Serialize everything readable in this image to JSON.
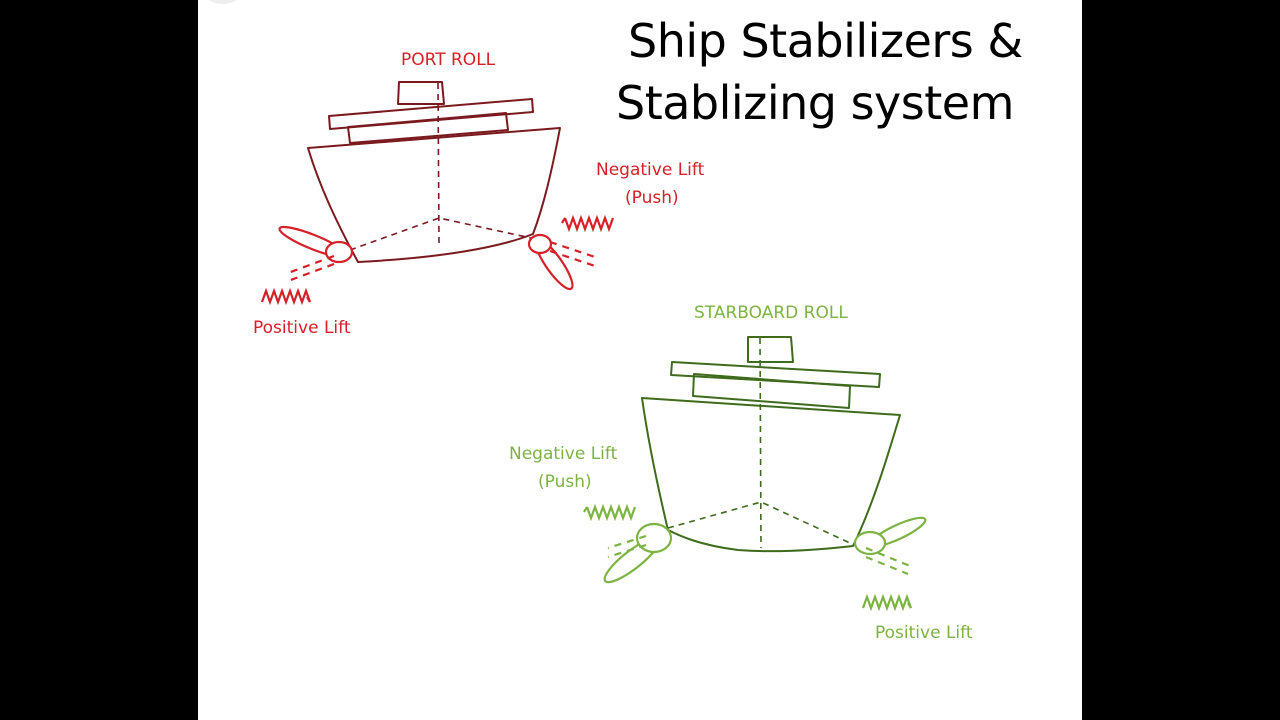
{
  "title": {
    "line1": "Ship Stabilizers &",
    "line2": "Stablizing system"
  },
  "port_roll": {
    "heading": "PORT ROLL",
    "negative_lift": "Negative Lift",
    "push": "(Push)",
    "positive_lift": "Positive Lift",
    "color": "#d62028"
  },
  "starboard_roll": {
    "heading": "STARBOARD ROLL",
    "negative_lift": "Negative Lift",
    "push": "(Push)",
    "positive_lift": "Positive Lift",
    "color": "#7cb342"
  },
  "colors": {
    "background": "#ffffff",
    "letterbox": "#000000"
  }
}
